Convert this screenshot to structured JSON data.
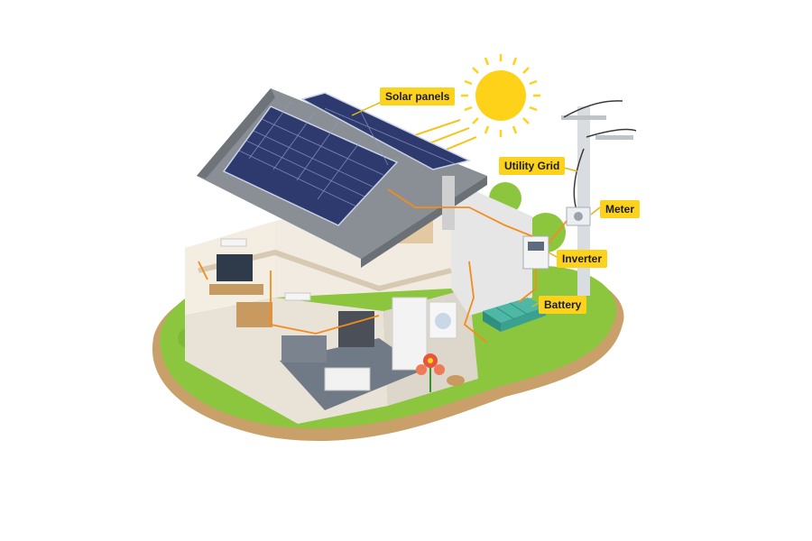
{
  "labels": {
    "solar_panels": "Solar panels",
    "utility_grid": "Utility Grid",
    "meter": "Meter",
    "inverter": "Inverter",
    "battery": "Battery"
  },
  "colors": {
    "label_bg": "#fcd21c",
    "wire": "#f28c1e",
    "grass": "#8cc63f",
    "soil": "#c9a06a",
    "roof": "#8a8f96",
    "panel": "#2e3a6e",
    "sun": "#ffd21a"
  }
}
